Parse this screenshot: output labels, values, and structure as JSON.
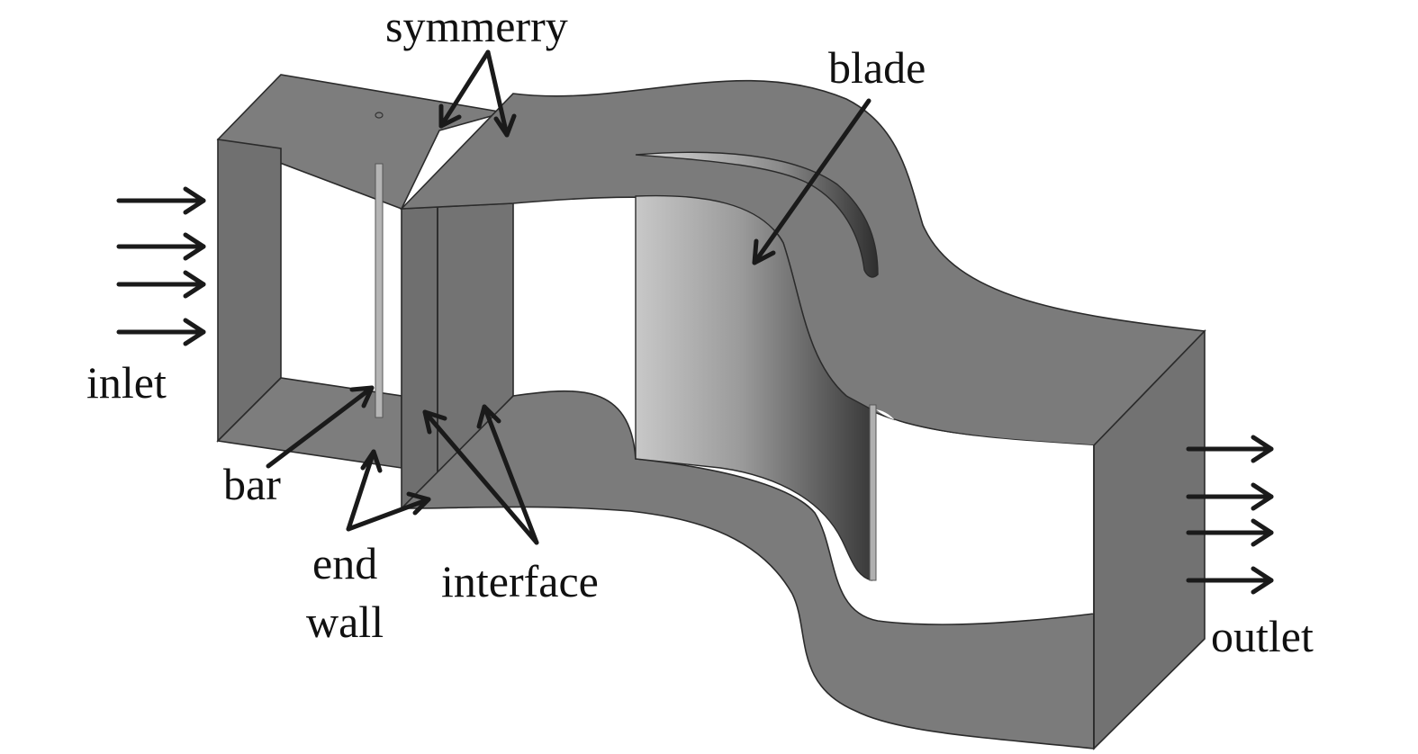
{
  "labels": {
    "symmetry": "symmerry",
    "blade": "blade",
    "inlet": "inlet",
    "bar": "bar",
    "end_wall_line1": "end",
    "end_wall_line2": "wall",
    "interface": "interface",
    "outlet": "outlet"
  },
  "colors": {
    "surface": "#7d7d7d",
    "surface_dark": "#6a6a6a",
    "blade_light": "#c4c4c4",
    "blade_dark": "#3c3c3c",
    "arrow": "#1a1a1a",
    "text": "#111111"
  }
}
